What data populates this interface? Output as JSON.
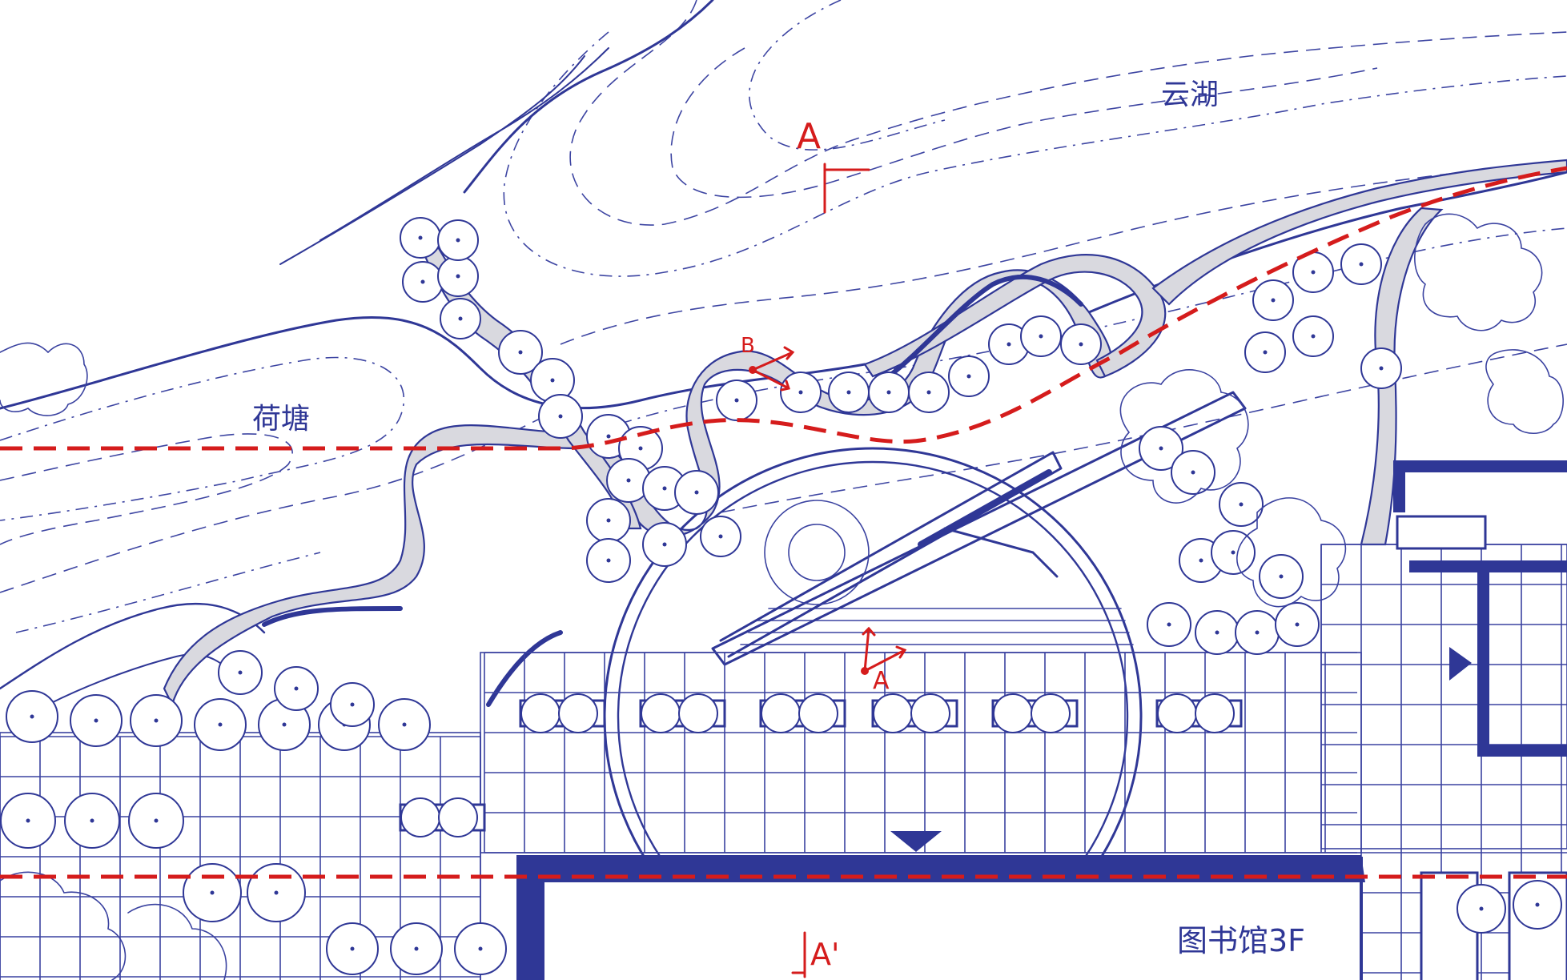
{
  "labels": {
    "cloud_lake": "云湖",
    "lotus_pond": "荷塘",
    "library": "图书馆3F",
    "section_a_top": "A",
    "section_a_bottom": "A'",
    "view_b": "B",
    "view_a": "A"
  },
  "colors": {
    "ink": "#2f3796",
    "section_line": "#d51c1c",
    "path_fill": "#d9d9df",
    "paper": "#ffffff"
  },
  "icons": {
    "north_arrow_triangle": "triangle-down-icon",
    "entrance_arrow": "triangle-right-icon",
    "view_arrow_b": "view-direction-icon",
    "view_arrow_a": "view-direction-icon"
  }
}
